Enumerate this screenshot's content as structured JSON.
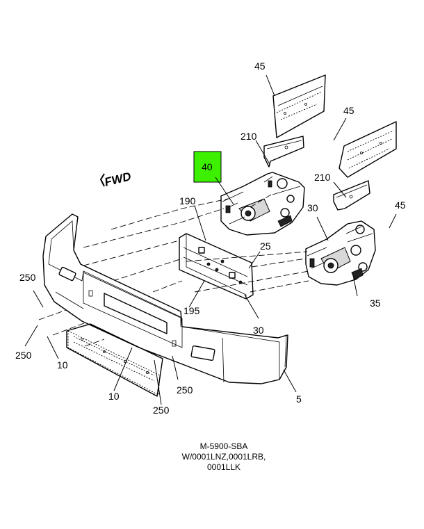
{
  "callouts": {
    "c40": "40",
    "c45_top": "45",
    "c45_mid": "45",
    "c45_right": "45",
    "c210_a": "210",
    "c210_b": "210",
    "c190": "190",
    "c25": "25",
    "c30_a": "30",
    "c30_b": "30",
    "c195": "195",
    "c35": "35",
    "c250_a": "250",
    "c250_b": "250",
    "c250_c": "250",
    "c250_d": "250",
    "c10_a": "10",
    "c10_b": "10",
    "c5": "5"
  },
  "fwd_label": "FWD",
  "caption": {
    "line1": "M-5900-SBA",
    "line2": "W/0001LNZ,0001LRB,",
    "line3": "0001LLK"
  },
  "colors": {
    "highlight": "#3cf000",
    "line": "#000000",
    "background": "#ffffff"
  }
}
